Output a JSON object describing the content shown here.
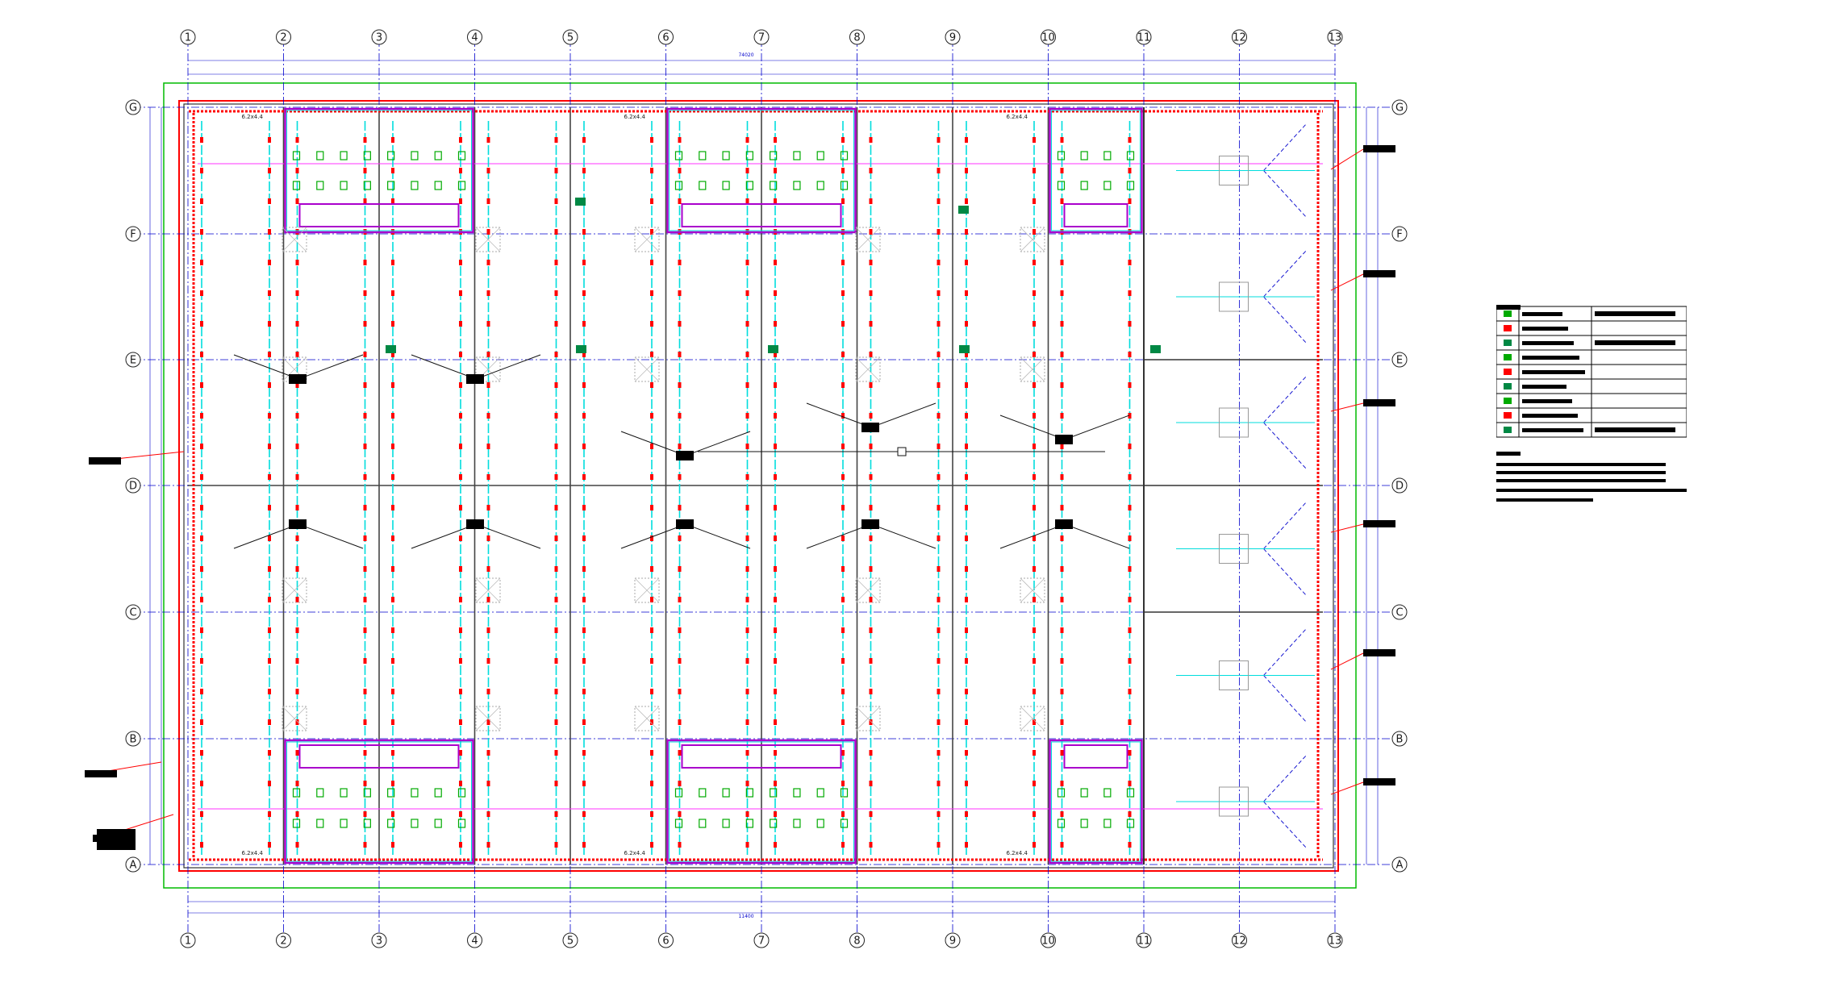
{
  "plan": {
    "columns": [
      "1",
      "2",
      "3",
      "4",
      "5",
      "6",
      "7",
      "8",
      "9",
      "10",
      "11",
      "12",
      "13"
    ],
    "rows": [
      "A",
      "B",
      "C",
      "D",
      "E",
      "F",
      "G"
    ],
    "room_tag": "6.2x4.4",
    "overall_dim_top": "74020",
    "overall_dim_bottom": "11400"
  },
  "legend": {
    "rows": 9
  },
  "colors": {
    "grid": "#0000cc",
    "wall": "#ff0000",
    "rail": "#00dddd",
    "frame": "#00bb00",
    "room": "#aa00cc",
    "green_block": "#008844"
  }
}
